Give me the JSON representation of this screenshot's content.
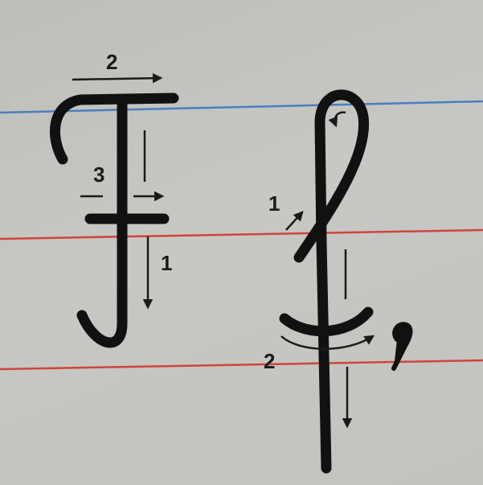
{
  "colors": {
    "paper": "#c4c5c0",
    "blue_rule": "#4a7ec0",
    "red_rule": "#d0443c",
    "ink": "#111111",
    "arrow": "#1a1a1a"
  },
  "left_glyph": {
    "icon": "capital-cursive-f-glyph",
    "step_labels": [
      "2",
      "3",
      "1"
    ]
  },
  "right_glyph": {
    "icon": "cursive-f-with-cedilla-glyph",
    "step_labels": [
      "1",
      "2"
    ]
  },
  "comma": {
    "icon": "comma-glyph"
  }
}
